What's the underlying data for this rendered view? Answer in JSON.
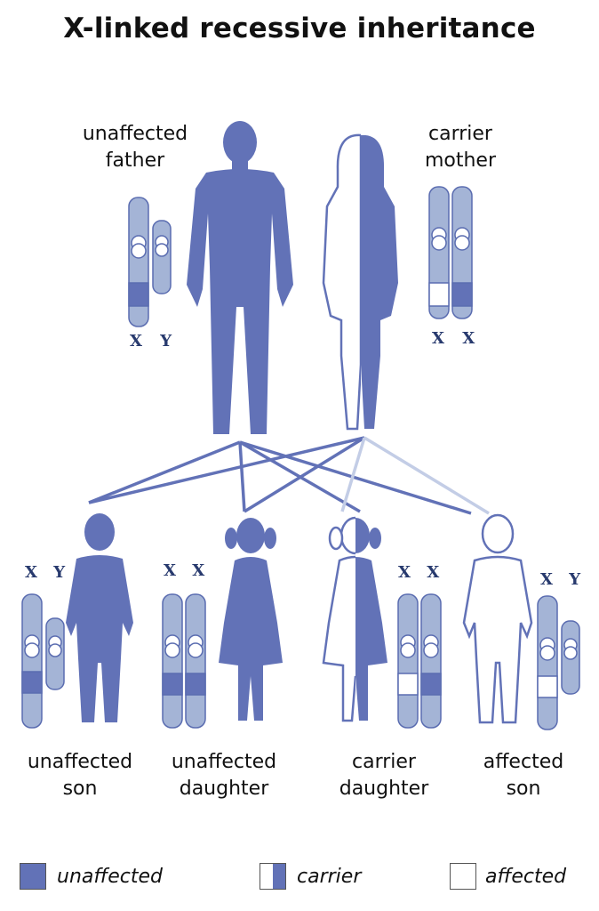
{
  "title": "X-linked recessive inheritance",
  "parents": {
    "father": {
      "line1": "unaffected",
      "line2": "father",
      "chrom_left": "X",
      "chrom_right": "Y"
    },
    "mother": {
      "line1": "carrier",
      "line2": "mother",
      "chrom_left": "X",
      "chrom_right": "X"
    }
  },
  "children": [
    {
      "line1": "unaffected",
      "line2": "son",
      "chrom_left": "X",
      "chrom_right": "Y"
    },
    {
      "line1": "unaffected",
      "line2": "daughter",
      "chrom_left": "X",
      "chrom_right": "X"
    },
    {
      "line1": "carrier",
      "line2": "daughter",
      "chrom_left": "X",
      "chrom_right": "X"
    },
    {
      "line1": "affected",
      "line2": "son",
      "chrom_left": "X",
      "chrom_right": "Y"
    }
  ],
  "legend": [
    {
      "label": "unaffected"
    },
    {
      "label": "carrier"
    },
    {
      "label": "affected"
    }
  ],
  "colors": {
    "dark": "#6272b7",
    "light": "#a4b4d6",
    "outline": "#5a6cb0",
    "pale_line": "#c3cde6"
  }
}
